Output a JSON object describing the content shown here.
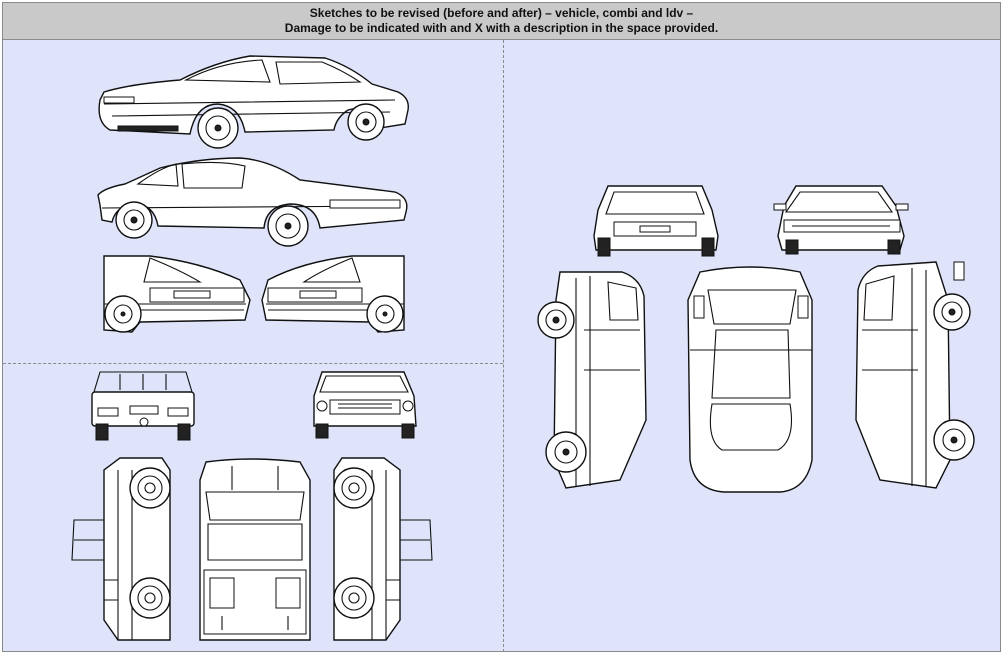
{
  "header": {
    "line1": "Sketches to be revised (before and after) – vehicle, combi and ldv –",
    "line2": "Damage to be indicated with and X with a description in the space provided."
  },
  "panels": [
    {
      "name": "sedan",
      "views": [
        "left-side",
        "right-side",
        "rear-left",
        "rear-right"
      ]
    },
    {
      "name": "pickup",
      "views": [
        "rear",
        "front",
        "left-side",
        "top",
        "right-side"
      ]
    },
    {
      "name": "combi",
      "views": [
        "rear",
        "front",
        "left-side",
        "top",
        "right-side"
      ]
    }
  ]
}
